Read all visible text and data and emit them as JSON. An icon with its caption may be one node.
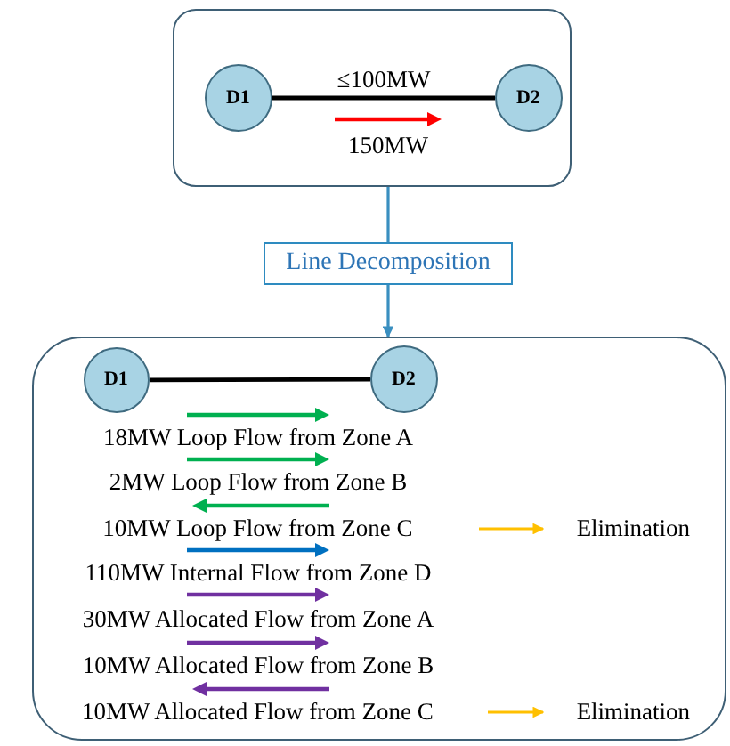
{
  "diagram": {
    "nodes": [
      {
        "text": [],
        "shape": "box"
      },
      {
        "text": [
          "D1"
        ],
        "in": 0
      },
      {
        "text": [
          "D2"
        ],
        "in": 0
      },
      {
        "text": [
          "Line Decomposition"
        ]
      },
      {
        "text": [],
        "shape": "box"
      },
      {
        "text": [
          "D1"
        ],
        "in": 4
      },
      {
        "text": [
          "D2"
        ],
        "in": 4
      },
      {
        "text": [
          "10MW Loop Flow from Zone C"
        ],
        "in": 4
      },
      {
        "text": [
          "Elimination"
        ],
        "in": 4
      },
      {
        "text": [
          "10MW Allocated Flow from Zone C"
        ],
        "in": 4
      },
      {
        "text": [
          "Elimination"
        ],
        "in": 4
      }
    ],
    "edges": [
      {
        "from": 1,
        "to": 2,
        "arrow": "none",
        "label": "≤100MW",
        "color": "#000000"
      },
      {
        "from": 0,
        "to": 3,
        "arrow": "none",
        "color": "#3a8fc0"
      },
      {
        "from": 3,
        "to": 4,
        "arrow": "to",
        "color": "#3a8fc0"
      },
      {
        "from": 5,
        "to": 6,
        "arrow": "none",
        "color": "#000000"
      },
      {
        "from": 7,
        "to": 8,
        "arrow": "to",
        "color": "#ffc000"
      },
      {
        "from": 9,
        "to": 10,
        "arrow": "to",
        "color": "#ffc000"
      }
    ],
    "labels": [
      "150MW",
      "18MW Loop Flow from Zone A",
      "2MW Loop Flow from Zone B",
      "110MW Internal Flow from Zone D",
      "30MW Allocated Flow from Zone A",
      "10MW Allocated Flow from Zone B"
    ]
  }
}
